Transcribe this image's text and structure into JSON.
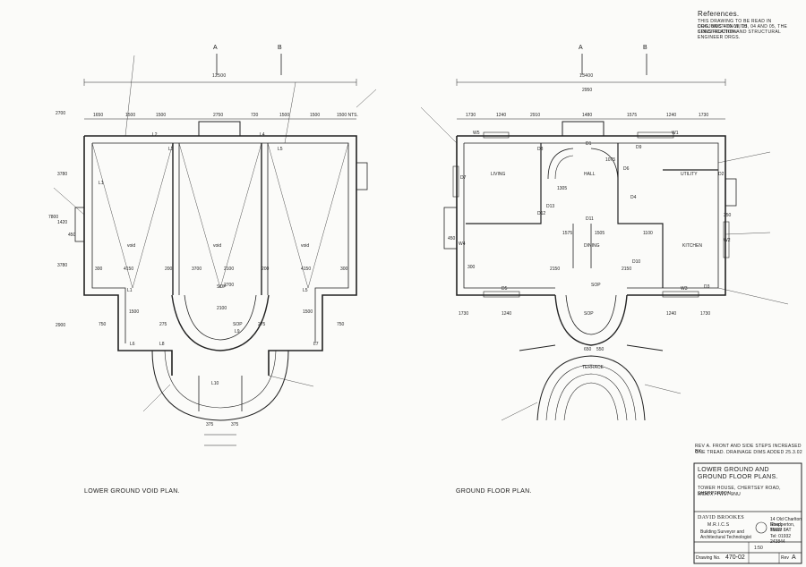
{
  "references": {
    "heading": "References.",
    "lines": [
      "THIS DRAWING TO BE READ IN CONJUNCTION WITH",
      "DRG. Nos 470-01, 03, 04 AND 05, THE CONSTRUCTION",
      "SPECIFICATION AND STRUCTURAL ENGINEER DRGS."
    ]
  },
  "section_marks": [
    "A",
    "B",
    "A",
    "B"
  ],
  "plans": {
    "left": {
      "title": "LOWER GROUND VOID PLAN.",
      "overall_width": "12500",
      "top_dims": [
        "1650",
        "1500",
        "1500",
        "2750",
        "720",
        "1500",
        "1500",
        "1500 NTS."
      ],
      "side_dims": [
        "2700",
        "3780",
        "7800",
        "1420",
        "3780",
        "2900"
      ],
      "lintels": [
        "L2",
        "L3",
        "L4",
        "L5",
        "L1",
        "L1",
        "L5",
        "L6",
        "L7",
        "L8",
        "L9",
        "L10"
      ],
      "inner_dims": [
        "300",
        "4150",
        "200",
        "3700",
        "2100",
        "200",
        "4150",
        "300",
        "750",
        "1500",
        "275",
        "275",
        "1500",
        "750",
        "450",
        "2700",
        "2100",
        "375",
        "375"
      ],
      "labels": [
        "void",
        "void",
        "void",
        "SOP",
        "SOP"
      ]
    },
    "right": {
      "title": "GROUND FLOOR PLAN.",
      "overall_width": "13400",
      "top_dims": [
        "1730",
        "1240",
        "2910",
        "2950",
        "1480",
        "1575",
        "1240",
        "1730"
      ],
      "rooms": [
        "LIVING",
        "HALL",
        "UTILITY",
        "DINING",
        "KITCHEN",
        "TERRACE"
      ],
      "doors": [
        "D1",
        "D2",
        "D3",
        "D4",
        "D5",
        "D6",
        "D7",
        "D8",
        "D9",
        "D10",
        "D11",
        "D12",
        "D13"
      ],
      "windows": [
        "W1",
        "W2",
        "W3",
        "W4",
        "W5"
      ],
      "inner_dims": [
        "1075",
        "1305",
        "1575",
        "1505",
        "1100",
        "2150",
        "2150",
        "650",
        "550",
        "300",
        "350",
        "450",
        "1730",
        "1240",
        "1240",
        "1730"
      ],
      "labels": [
        "SOP",
        "SOP"
      ]
    }
  },
  "revision_note": [
    "REV A. FRONT AND SIDE STEPS INCREASED BY",
    "ONE TREAD. DRAINAGE DIMS ADDED 25.3.02"
  ],
  "title_block": {
    "title": "LOWER GROUND AND GROUND FLOOR PLANS.",
    "project": "TOWER HOUSE, CHERTSEY ROAD, SHEPPERTON,",
    "project2": "MIDDX. TW17 9NU",
    "company": "DAVID BROOKES",
    "company_sub": "M.R.I.C.S",
    "role1": "Building Surveyor and",
    "role2": "Architectural Technologist",
    "address": [
      "14 Old Charlton Road,",
      "Shepperton, Middx",
      "TW17 8AT"
    ],
    "tel": "Tel: 01932 243844",
    "scale": "1:50",
    "drawing_no_label": "Drawing No.",
    "drawing_no": "470-02",
    "rev_label": "Rev",
    "rev": "A"
  }
}
